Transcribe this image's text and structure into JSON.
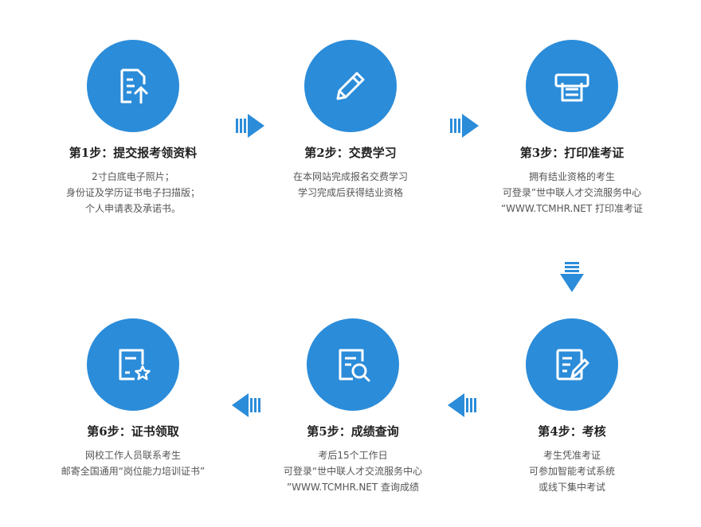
{
  "accent_color": "#2b8cd9",
  "steps": [
    {
      "icon": "document-upload-icon",
      "title": "第1步：提交报考领资料",
      "lines": [
        "2寸白底电子照片；",
        "身份证及学历证书电子扫描版；",
        "个人申请表及承诺书。"
      ]
    },
    {
      "icon": "pencil-icon",
      "title": "第2步：交费学习",
      "lines": [
        "在本网站完成报名交费学习",
        "学习完成后获得结业资格"
      ]
    },
    {
      "icon": "printer-icon",
      "title": "第3步：打印准考证",
      "lines": [
        "拥有结业资格的考生",
        "可登录”世中联人才交流服务中心",
        "“WWW.TCMHR.NET 打印准考证"
      ]
    },
    {
      "icon": "exam-edit-icon",
      "title": "第4步：考核",
      "lines": [
        "考生凭准考证",
        "可参加智能考试系统",
        "或线下集中考试"
      ]
    },
    {
      "icon": "document-search-icon",
      "title": "第5步：成绩查询",
      "lines": [
        "考后15个工作日",
        "可登录“世中联人才交流服务中心",
        "”WWW.TCMHR.NET 查询成绩"
      ]
    },
    {
      "icon": "certificate-star-icon",
      "title": "第6步：证书领取",
      "lines": [
        "网校工作人员联系考生",
        "邮寄全国通用“岗位能力培训证书”"
      ]
    }
  ]
}
